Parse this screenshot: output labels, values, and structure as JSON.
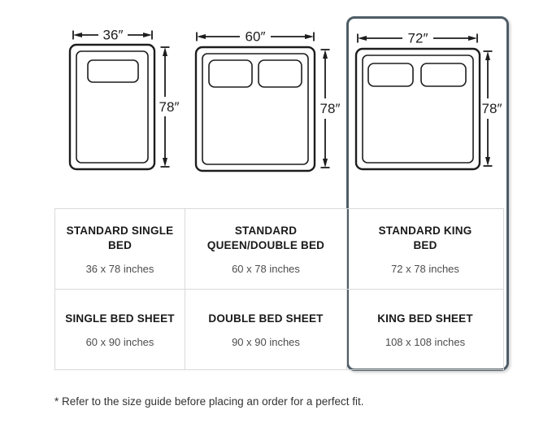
{
  "beds": [
    {
      "name": "standard-single-bed",
      "width_label": "36″",
      "height_label": "78″",
      "pillows": 1
    },
    {
      "name": "standard-queen-double-bed",
      "width_label": "60″",
      "height_label": "78″",
      "pillows": 2
    },
    {
      "name": "standard-king-bed",
      "width_label": "72″",
      "height_label": "78″",
      "pillows": 2
    }
  ],
  "table": {
    "cells": [
      {
        "title": "STANDARD SINGLE\nBED",
        "size": "36 x 78 inches"
      },
      {
        "title": "STANDARD\nQUEEN/DOUBLE BED",
        "size": "60 x 78 inches"
      },
      {
        "title": "STANDARD KING\nBED",
        "size": "72 x 78 inches"
      },
      {
        "title": "SINGLE BED SHEET",
        "size": "60 x 90 inches"
      },
      {
        "title": "DOUBLE BED SHEET",
        "size": "90 x 90 inches"
      },
      {
        "title": "KING BED SHEET",
        "size": "108 x 108 inches"
      }
    ]
  },
  "footnote": "* Refer to the size guide before placing an order for a perfect fit.",
  "colors": {
    "ink": "#1d1d1f",
    "highlight_border": "#4f5d66",
    "table_border": "#d9d9d9",
    "title_text": "#1a1a1a",
    "muted_text": "#4d4d4d",
    "background": "#ffffff"
  }
}
